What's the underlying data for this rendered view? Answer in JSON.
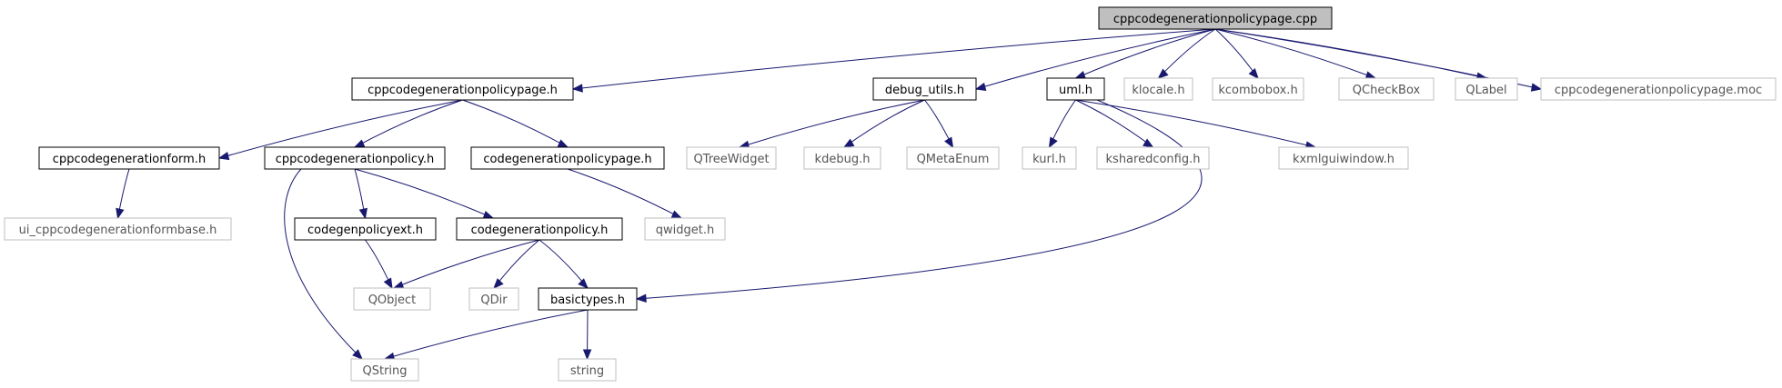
{
  "diagram": {
    "root": "cppcodegenerationpolicypage.cpp",
    "colors": {
      "edge": "#191970",
      "local_border": "#000000",
      "external_border": "#bfbfbf",
      "root_fill": "#bfbfbf",
      "background": "#ffffff"
    },
    "nodes": {
      "root": "cppcodegenerationpolicypage.cpp",
      "page_h": "cppcodegenerationpolicypage.h",
      "debug_utils": "debug_utils.h",
      "uml": "uml.h",
      "klocale": "klocale.h",
      "kcombobox": "kcombobox.h",
      "qcheckbox": "QCheckBox",
      "qlabel": "QLabel",
      "moc": "cppcodegenerationpolicypage.moc",
      "form": "cppcodegenerationform.h",
      "policy": "cppcodegenerationpolicy.h",
      "cgpage": "codegenerationpolicypage.h",
      "qtreewidget": "QTreeWidget",
      "kdebug": "kdebug.h",
      "qmetaenum": "QMetaEnum",
      "kurl": "kurl.h",
      "ksharedconfig": "ksharedconfig.h",
      "kxmlguiwindow": "kxmlguiwindow.h",
      "formbase": "ui_cppcodegenerationformbase.h",
      "policyext": "codegenpolicyext.h",
      "cgpolicy": "codegenerationpolicy.h",
      "qwidget": "qwidget.h",
      "qobject": "QObject",
      "qdir": "QDir",
      "basictypes": "basictypes.h",
      "qstring": "QString",
      "string": "string"
    },
    "edges": [
      [
        "root",
        "page_h"
      ],
      [
        "root",
        "debug_utils"
      ],
      [
        "root",
        "uml"
      ],
      [
        "root",
        "klocale"
      ],
      [
        "root",
        "kcombobox"
      ],
      [
        "root",
        "qcheckbox"
      ],
      [
        "root",
        "qlabel"
      ],
      [
        "root",
        "moc"
      ],
      [
        "page_h",
        "form"
      ],
      [
        "page_h",
        "policy"
      ],
      [
        "page_h",
        "cgpage"
      ],
      [
        "form",
        "formbase"
      ],
      [
        "policy",
        "policyext"
      ],
      [
        "policy",
        "cgpolicy"
      ],
      [
        "policy",
        "qstring"
      ],
      [
        "cgpage",
        "qwidget"
      ],
      [
        "debug_utils",
        "qtreewidget"
      ],
      [
        "debug_utils",
        "kdebug"
      ],
      [
        "debug_utils",
        "qmetaenum"
      ],
      [
        "uml",
        "kurl"
      ],
      [
        "uml",
        "ksharedconfig"
      ],
      [
        "uml",
        "kxmlguiwindow"
      ],
      [
        "uml",
        "basictypes"
      ],
      [
        "policyext",
        "qobject"
      ],
      [
        "cgpolicy",
        "qobject"
      ],
      [
        "cgpolicy",
        "qdir"
      ],
      [
        "cgpolicy",
        "basictypes"
      ],
      [
        "basictypes",
        "qstring"
      ],
      [
        "basictypes",
        "string"
      ]
    ]
  }
}
